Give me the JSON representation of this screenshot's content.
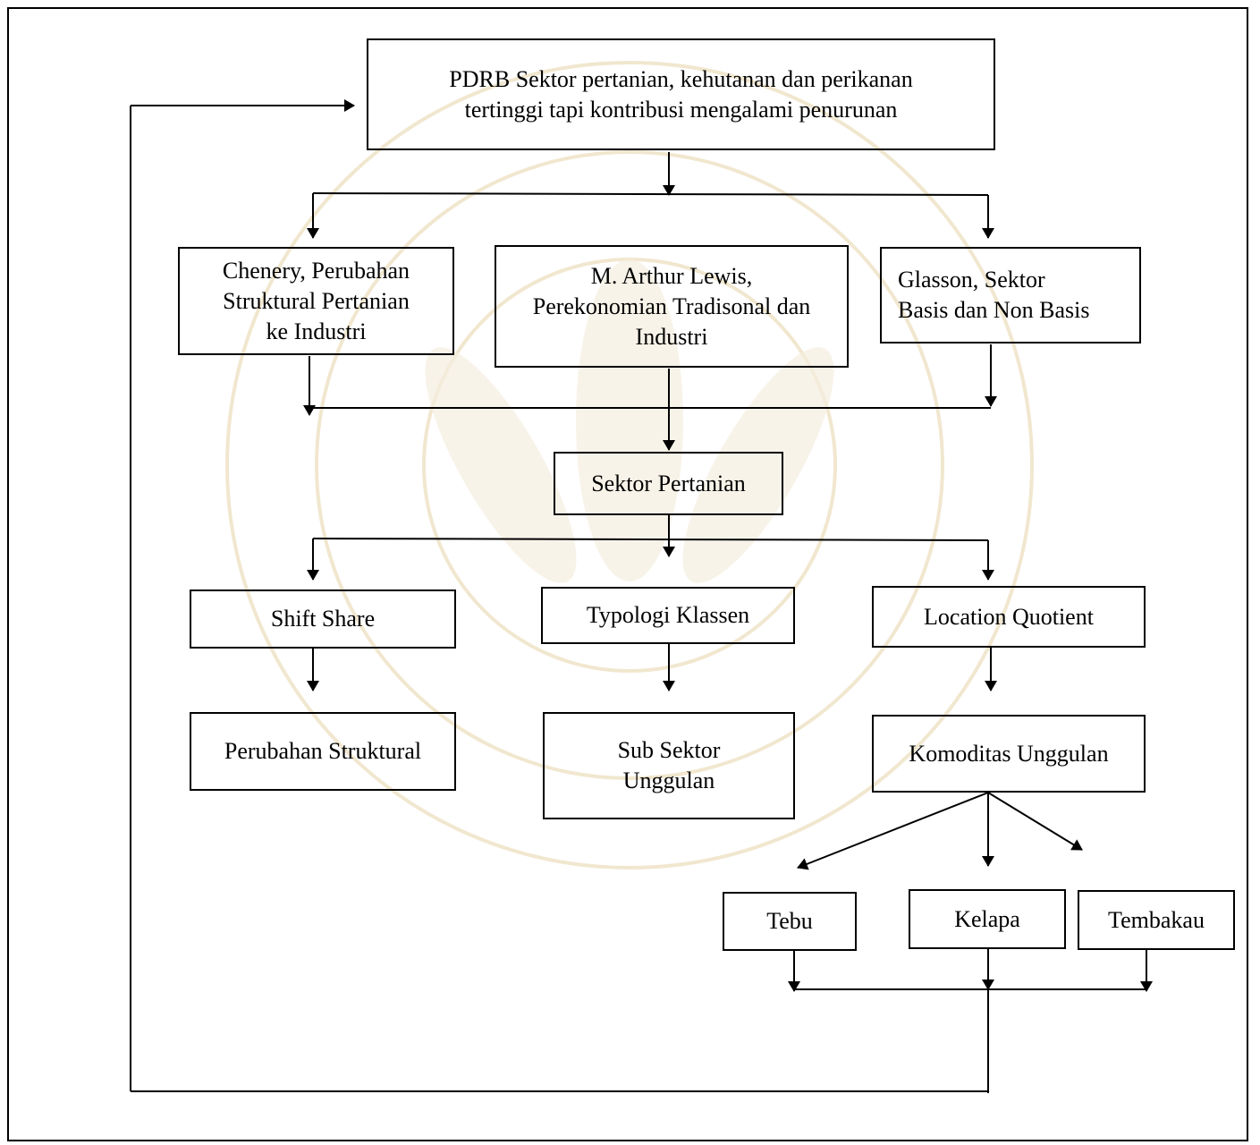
{
  "nodes": {
    "pdrb": {
      "lines": [
        "PDRB Sektor pertanian, kehutanan dan perikanan",
        "tertinggi tapi kontribusi mengalami penurunan"
      ]
    },
    "chenery": {
      "lines": [
        "Chenery, Perubahan",
        "Struktural Pertanian",
        "ke Industri"
      ]
    },
    "lewis": {
      "lines": [
        "M. Arthur Lewis,",
        "Perekonomian Tradisonal dan",
        "Industri"
      ]
    },
    "glasson": {
      "lines": [
        "Glasson, Sektor",
        "Basis dan Non Basis"
      ]
    },
    "sektor_pertanian": {
      "lines": [
        "Sektor Pertanian"
      ]
    },
    "shift_share": {
      "lines": [
        "Shift Share"
      ]
    },
    "typologi": {
      "lines": [
        "Typologi Klassen"
      ]
    },
    "lq": {
      "lines": [
        "Location Quotient"
      ]
    },
    "perubahan_struktural": {
      "lines": [
        "Perubahan Struktural"
      ]
    },
    "sub_sektor": {
      "lines": [
        "Sub Sektor",
        "Unggulan"
      ]
    },
    "komoditas": {
      "lines": [
        "Komoditas Unggulan"
      ]
    },
    "tebu": {
      "lines": [
        "Tebu"
      ]
    },
    "kelapa": {
      "lines": [
        "Kelapa"
      ]
    },
    "tembakau": {
      "lines": [
        "Tembakau"
      ]
    }
  },
  "colors": {
    "line": "#000000",
    "watermark": "#f1e7cf"
  }
}
